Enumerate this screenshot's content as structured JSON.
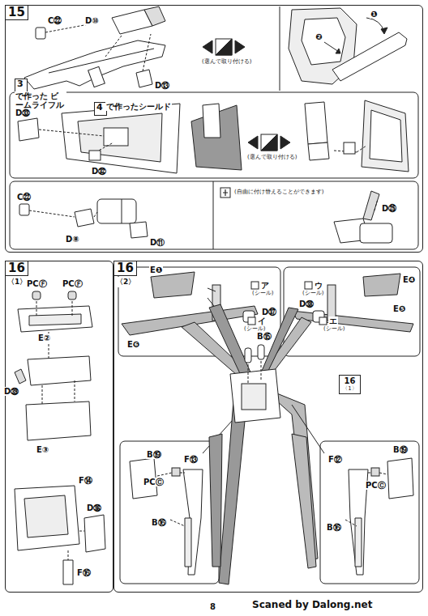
{
  "diagram": {
    "nodes": [
      {
        "text": [
          "15"
        ]
      },
      {
        "text": [
          "3"
        ],
        "in": 0
      },
      {
        "text": [
          "4"
        ],
        "in": 0
      },
      {
        "text": [
          "16",
          "〈1〉"
        ]
      },
      {
        "text": [
          "16",
          "〈2〉"
        ]
      },
      {
        "text": [
          "16",
          "〈1〉"
        ],
        "in": 4
      }
    ],
    "labels": [
      "C㉒",
      "D⑩",
      "D⑬",
      "で作った ビームライフル",
      "(選んで取り付ける)",
      "❶",
      "❷",
      "D㉝",
      "で作ったシールド",
      "D㉜",
      "(選んで取り付ける)",
      "C㉒",
      "D⑧",
      "D⑪",
      "(自由に付け替えることができます)",
      "D㉕",
      "PCⒻ",
      "PCⒻ",
      "E②",
      "D㊴",
      "E③",
      "F⑭",
      "D㊱",
      "F⑯",
      "E❶",
      "E❻",
      "ア",
      "(シール)",
      "D㊲",
      "イ",
      "(シール)",
      "ウ",
      "(シール)",
      "E❹",
      "D㊳",
      "エ",
      "(シール)",
      "E❺",
      "B⑮",
      "B⑲",
      "PCⒸ",
      "F⑬",
      "B⑯",
      "B⑲",
      "PCⒸ",
      "F⑫",
      "B⑯",
      "8",
      "Scaned by Dalong.net"
    ]
  }
}
